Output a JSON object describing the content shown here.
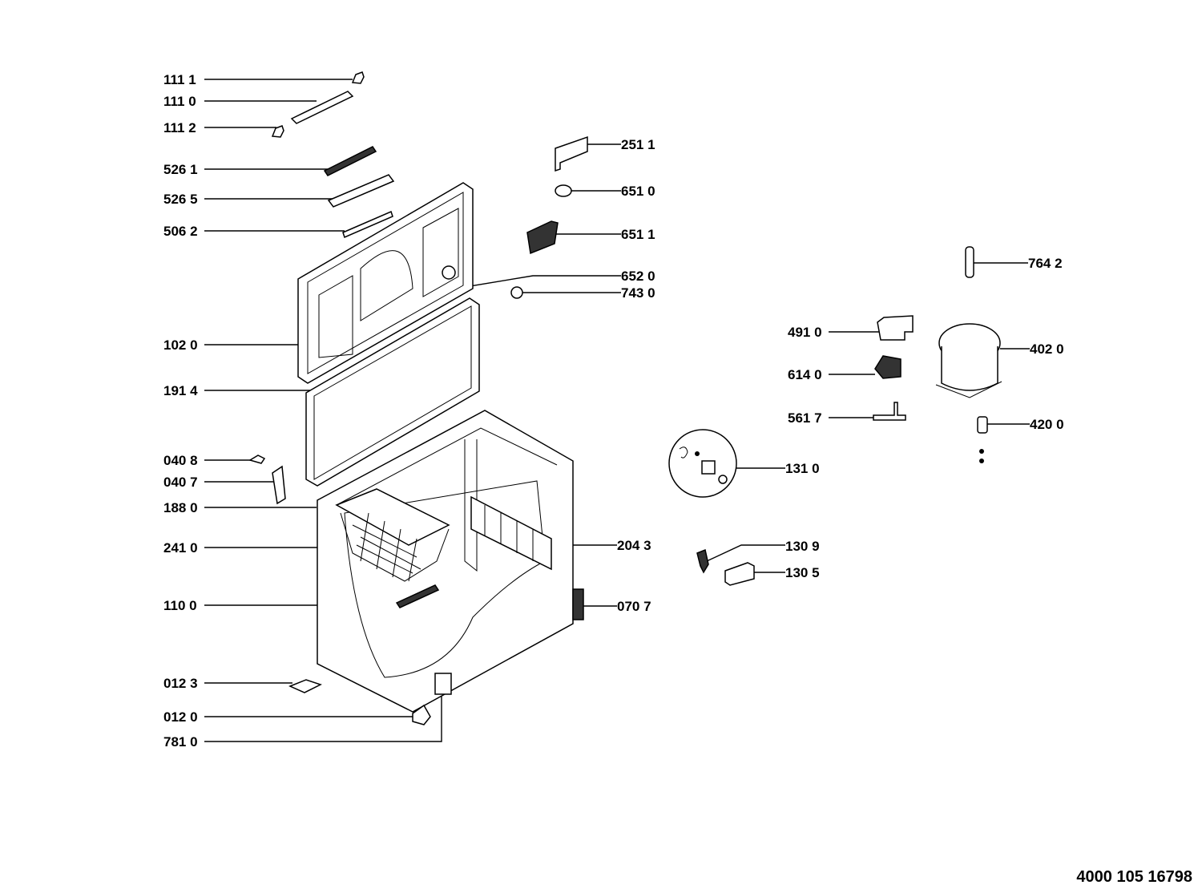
{
  "diagram": {
    "type": "exploded-parts-view",
    "subject": "chest freezer",
    "document_number": "4000 105 16798",
    "left_labels": [
      {
        "id": "1111",
        "text": "111 1"
      },
      {
        "id": "1110",
        "text": "111 0"
      },
      {
        "id": "1112",
        "text": "111 2"
      },
      {
        "id": "5261",
        "text": "526 1"
      },
      {
        "id": "5265",
        "text": "526 5"
      },
      {
        "id": "5062",
        "text": "506 2"
      },
      {
        "id": "1020",
        "text": "102 0"
      },
      {
        "id": "1914",
        "text": "191 4"
      },
      {
        "id": "0408",
        "text": "040 8"
      },
      {
        "id": "0407",
        "text": "040 7"
      },
      {
        "id": "1880",
        "text": "188 0"
      },
      {
        "id": "2410",
        "text": "241 0"
      },
      {
        "id": "1100",
        "text": "110 0"
      },
      {
        "id": "0123",
        "text": "012 3"
      },
      {
        "id": "0120",
        "text": "012 0"
      },
      {
        "id": "7810",
        "text": "781 0"
      }
    ],
    "center_labels": [
      {
        "id": "2511",
        "text": "251 1"
      },
      {
        "id": "6510",
        "text": "651 0"
      },
      {
        "id": "6511",
        "text": "651 1"
      },
      {
        "id": "6520",
        "text": "652 0"
      },
      {
        "id": "7430",
        "text": "743 0"
      },
      {
        "id": "2043",
        "text": "204 3"
      },
      {
        "id": "0707",
        "text": "070 7"
      }
    ],
    "right_labels": [
      {
        "id": "7642",
        "text": "764 2"
      },
      {
        "id": "4910",
        "text": "491 0"
      },
      {
        "id": "4020",
        "text": "402 0"
      },
      {
        "id": "6140",
        "text": "614 0"
      },
      {
        "id": "5617",
        "text": "561 7"
      },
      {
        "id": "4200",
        "text": "420 0"
      },
      {
        "id": "1310",
        "text": "131 0"
      },
      {
        "id": "1309",
        "text": "130 9"
      },
      {
        "id": "1305",
        "text": "130 5"
      }
    ]
  }
}
